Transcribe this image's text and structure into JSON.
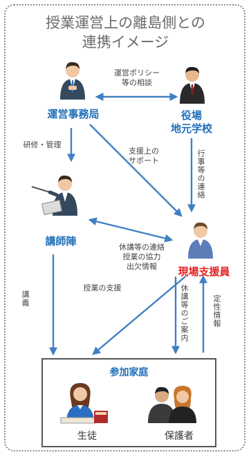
{
  "title": {
    "line1": "授業運営上の離島側との",
    "line2": "連携イメージ"
  },
  "nodes": {
    "office": "運営事務局",
    "town_office_line1": "役場",
    "town_office_line2": "地元学校",
    "instructors": "講師陣",
    "site_staff": "現場支援員",
    "families": "参加家庭",
    "student": "生徒",
    "guardian": "保護者"
  },
  "edges": {
    "policy_line1": "運営ポリシー",
    "policy_line2": "等の相談",
    "training": "研修・管理",
    "support_line1": "支援上の",
    "support_line2": "サポート",
    "events": "行事等の連絡",
    "contact_line1": "休講等の連絡",
    "contact_line2": "授業の協力",
    "contact_line3": "出欠情報",
    "lecture": "講義",
    "class_support": "授業の支援",
    "closure_notice": "休講等のご案内",
    "qualitative": "定性情報"
  },
  "colors": {
    "node_blue": "#1f6fb8",
    "site_red": "#e32222",
    "arrow_blue": "#3f7fc4"
  }
}
